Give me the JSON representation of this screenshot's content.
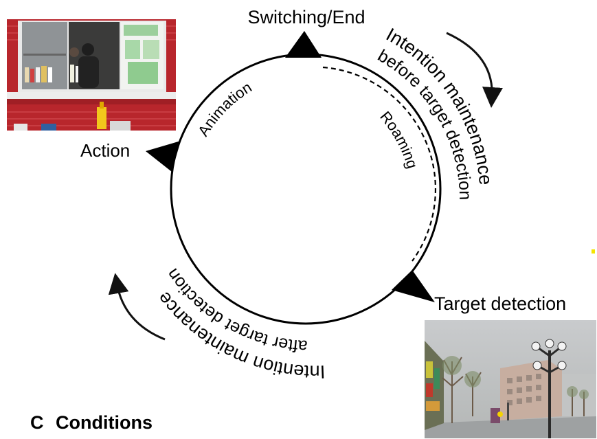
{
  "phases": {
    "switching_end": "Switching/End",
    "action": "Action",
    "target_detection": "Target detection"
  },
  "arcs": {
    "before_line1": "Intention maintenance",
    "before_line2": "before target detection",
    "after_line1": "Intention maintenance",
    "after_line2": "after target detection",
    "animation": "Animation",
    "roaming": "Roaming"
  },
  "panel": {
    "letter": "C",
    "title": "Conditions"
  },
  "images": {
    "kiosk": "kiosk-photo",
    "street": "street-scene-photo"
  }
}
